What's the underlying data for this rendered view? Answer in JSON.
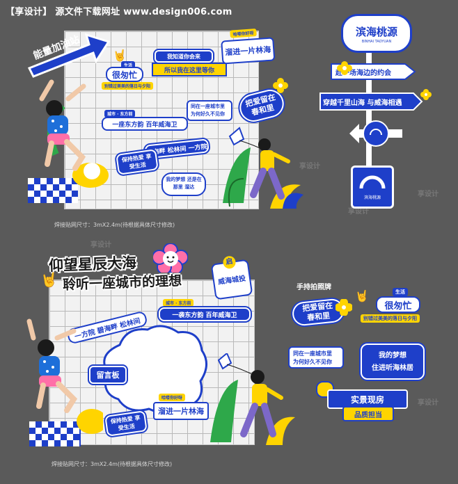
{
  "header": {
    "text": "【享设计】 源文件下载网址 www.design006.com"
  },
  "watermark": "享设计",
  "top_board": {
    "arrow_sign": "能量加油站",
    "sticker_busy_tag": "生活",
    "sticker_busy": "很匆忙",
    "sticker_busy_sub": "别错过美美的落日与夕阳",
    "sticker_wechat_tag": "我知道你会来",
    "sticker_wechat": "所以我在这里等你",
    "sticker_forest_tag": "哈喽你好呀",
    "sticker_forest": "溜进一片林海",
    "sticker_oriental_tag": "城市 · 东方前",
    "sticker_oriental": "一座东方韵 百年威海卫",
    "sticker_city": "同在一座城市里 为何好久不见你",
    "sticker_spring": "把爱留在 春和里",
    "sticker_bihai": "碧海畔 松林间 一方院",
    "sticker_love_life": "保持热爱 享受生活",
    "sticker_dream": "我的梦想 还是在那里 溜达"
  },
  "top_caption": "焊接贴网尺寸：3mX2.4m(待根据具体尺寸修改)",
  "signpost": {
    "title": "滨海桃源",
    "subtitle": "BINHAI TAOYUAN",
    "arrow1": "赴一场海边的约会",
    "arrow2": "穿越千里山海 与威海相遇",
    "logo_text": "滨海桃源"
  },
  "bottom_board": {
    "title_line1": "仰望星辰大海",
    "title_line2": "聆听一座城市的理想",
    "weihai_tag": "威海城投",
    "weihai_icon": "启",
    "sticker_bihai": "一方院 碧海畔 松林间",
    "sticker_oriental_tag": "城市 · 东方前",
    "sticker_oriental": "一袭东方韵 百年威海卫",
    "message_board": "留言板",
    "sticker_forest_tag": "哈喽你好呀",
    "sticker_forest": "溜进一片林海",
    "sticker_love_life": "保持热爱 享受生活"
  },
  "bottom_caption": "焊接贴网尺寸：3mX2.4m(待根据具体尺寸修改)",
  "handheld": {
    "title": "手持拍照牌",
    "spring": "把爱留在 春和里",
    "busy_tag": "生活",
    "busy": "很匆忙",
    "busy_sub": "别错过美美的落日与夕阳",
    "city": "同在一座城市里 为何好久不见你",
    "dream_line1": "我的梦想",
    "dream_line2": "住进听海林居",
    "real_line1": "实景现房",
    "real_line2": "品质担当"
  },
  "colors": {
    "blue": "#1e3fc9",
    "yellow": "#ffd400",
    "pink": "#ff6fa8",
    "green": "#2ea84a",
    "bg": "#5a5a5a"
  }
}
